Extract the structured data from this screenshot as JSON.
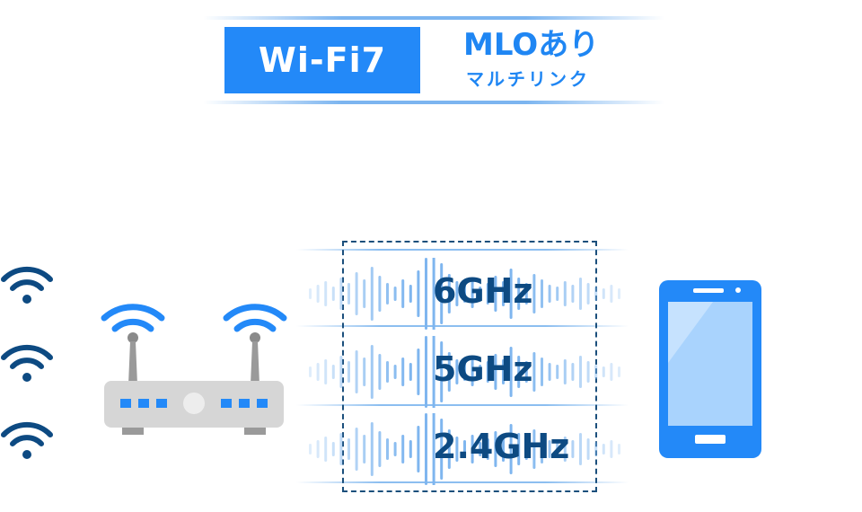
{
  "header": {
    "badge_label": "Wi-Fi7",
    "title": "MLOあり",
    "subtitle": "マルチリンク"
  },
  "bands": [
    {
      "label": "6GHz"
    },
    {
      "label": "5GHz"
    },
    {
      "label": "2.4GHz"
    }
  ],
  "colors": {
    "accent_blue": "#2389f8",
    "label_navy": "#0d4a82",
    "router_gray": "#d6d6d6",
    "phone_screen": "#a9d3fd"
  },
  "icons": [
    "router-icon",
    "wifi-icon",
    "smartphone-icon"
  ]
}
